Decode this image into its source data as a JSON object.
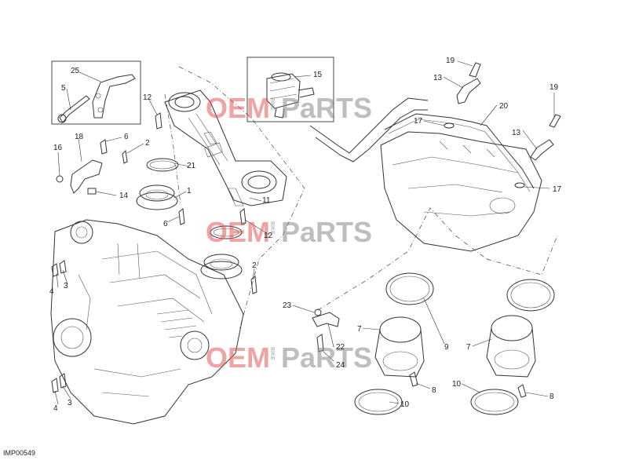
{
  "diagram": {
    "reference_code": "IMP00549",
    "callouts": {
      "c1": "1",
      "c2a": "2",
      "c2b": "2",
      "c3a": "3",
      "c3b": "3",
      "c4a": "4",
      "c4b": "4",
      "c5": "5",
      "c6a": "6",
      "c6b": "6",
      "c7a": "7",
      "c7b": "7",
      "c8a": "8",
      "c8b": "8",
      "c9": "9",
      "c10a": "10",
      "c10b": "10",
      "c11": "11",
      "c12a": "12",
      "c12b": "12",
      "c13a": "13",
      "c13b": "13",
      "c14": "14",
      "c15": "15",
      "c16": "16",
      "c17a": "17",
      "c17b": "17",
      "c18": "18",
      "c19a": "19",
      "c19b": "19",
      "c20": "20",
      "c21": "21",
      "c22": "22",
      "c23": "23",
      "c24": "24",
      "c25": "25"
    }
  },
  "watermark": {
    "brand_a": "OEM",
    "brand_b": "PaRTS",
    "small": "BIKE",
    "color_a": "#e35a5a",
    "color_b": "#8a8a8a"
  }
}
